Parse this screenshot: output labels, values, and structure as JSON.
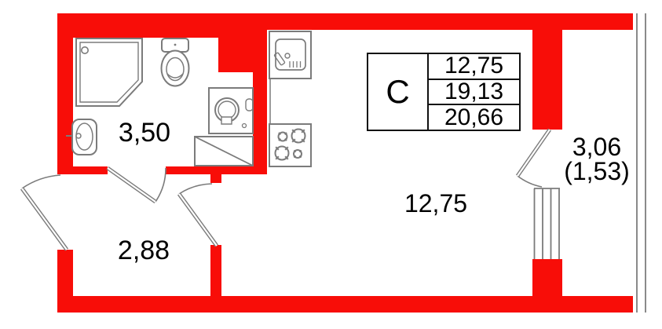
{
  "legend": {
    "unit_type": "С",
    "living_area": "12,75",
    "apartment_area": "19,13",
    "total_area": "20,66"
  },
  "rooms": {
    "bathroom_area": "3,50",
    "hallway_area": "2,88",
    "living_area": "12,75",
    "balcony_area": "3,06",
    "balcony_area_reduced": "(1,53)"
  },
  "icons": [
    "shower-icon",
    "toilet-icon",
    "bathroom-sink-icon",
    "washing-machine-icon",
    "cabinet-icon",
    "kitchen-sink-icon",
    "stove-icon",
    "entrance-door-icon",
    "bathroom-door-icon",
    "living-room-door-icon",
    "balcony-door-icon",
    "balcony-window-icon",
    "balcony-glazing-icon"
  ],
  "colors": {
    "wall_red": "#f80d08",
    "fixture_gray": "#7b7b7b",
    "glazing_gray": "#8a8a8a",
    "text_black": "#000000"
  }
}
